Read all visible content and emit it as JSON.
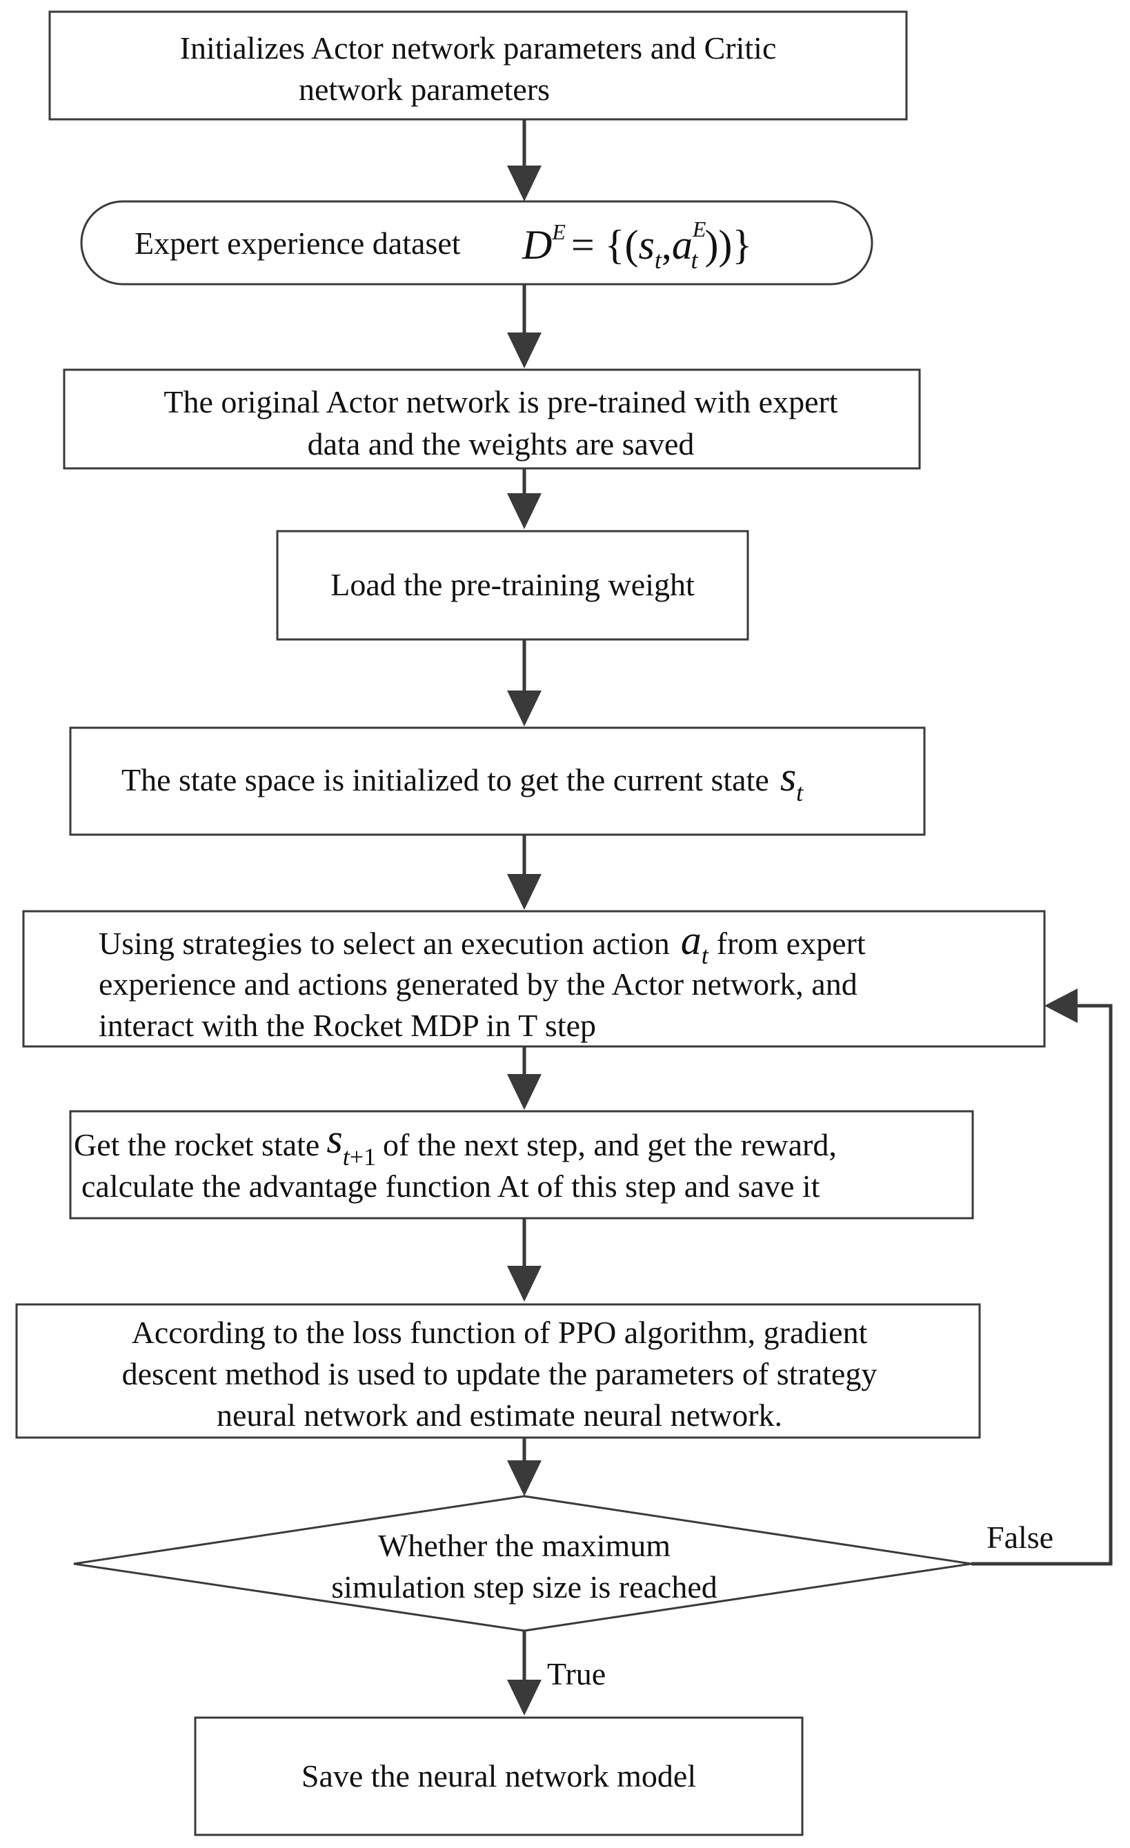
{
  "steps": {
    "init": {
      "line1": "Initializes Actor network parameters and Critic",
      "line2": "network parameters"
    },
    "dataset": {
      "label": "Expert experience dataset",
      "D": "D",
      "E": "E",
      "eq": "= {(",
      "s": "s",
      "t": "t",
      "comma": ",",
      "a": "a",
      "close": "))}"
    },
    "pretrain": {
      "line1": "The original Actor network is pre-trained with expert",
      "line2": "data and the weights are saved"
    },
    "load": {
      "line1": "Load the pre-training weight"
    },
    "state_init": {
      "line1": "The state space is initialized to get the current state",
      "s": "s",
      "t": "t"
    },
    "select": {
      "line1_a": "Using strategies to select an execution action",
      "a": "a",
      "t": "t",
      "line1_b": "from expert",
      "line2": "experience and actions generated by the Actor network, and",
      "line3": "interact with the Rocket MDP in T step"
    },
    "next_state": {
      "line1_a": "Get the rocket state",
      "s": "s",
      "sub_t": "t",
      "sub_plus": "+1",
      "line1_b": "of the next step, and get the reward,",
      "line2": "calculate the advantage function At of this step and save it"
    },
    "update": {
      "line1": "According to the loss function of PPO algorithm, gradient",
      "line2": "descent method is used to update the parameters of strategy",
      "line3": "neural network and estimate neural network."
    },
    "decision": {
      "line1": "Whether the maximum",
      "line2": "simulation step size is reached",
      "false_label": "False",
      "true_label": "True"
    },
    "save": {
      "line1": "Save the neural network model"
    }
  }
}
